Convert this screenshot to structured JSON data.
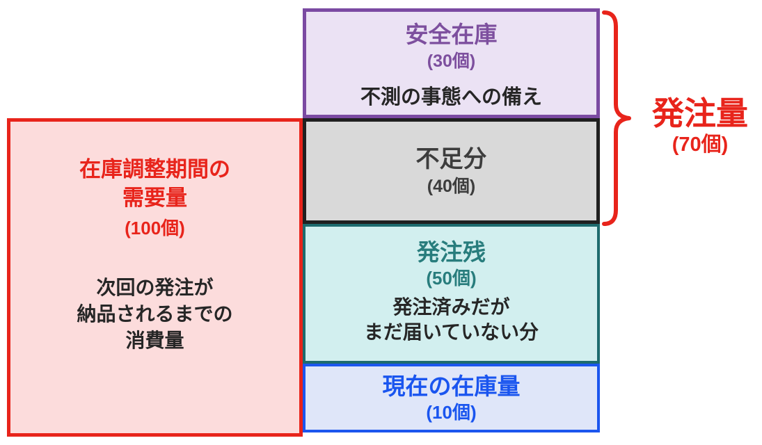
{
  "diagram_title": "inventory-order-quantity-diagram",
  "boxes": {
    "demand": {
      "title": "在庫調整期間の\n需要量",
      "quantity": "(100個)",
      "description": "次回の発注が\n納品されるまでの\n消費量"
    },
    "safety_stock": {
      "title": "安全在庫",
      "quantity": "(30個)",
      "description": "不測の事態への備え"
    },
    "shortage": {
      "title": "不足分",
      "quantity": "(40個)"
    },
    "backorder": {
      "title": "発注残",
      "quantity": "(50個)",
      "description": "発注済みだが\nまだ届いていない分"
    },
    "current_stock": {
      "title": "現在の在庫量",
      "quantity": "(10個)"
    }
  },
  "order_label": {
    "title": "発注量",
    "quantity": "(70個)"
  },
  "values": {
    "demand": 100,
    "safety_stock": 30,
    "shortage": 40,
    "backorder": 50,
    "current_stock": 10,
    "order_quantity": 70
  },
  "colors": {
    "red": "#e8241b",
    "pink_bg": "#fcdcdc",
    "purple_border": "#7b4aa2",
    "purple_text": "#7d4f9e",
    "purple_bg": "#ebe2f4",
    "gray_border": "#202020",
    "gray_bg": "#d9d9d9",
    "gray_text": "#3d3d3d",
    "teal_border": "#1e6b6e",
    "teal_text": "#287d7d",
    "teal_bg": "#d2efef",
    "blue_border": "#1c56ee",
    "blue_text": "#1a55ef",
    "blue_bg": "#dfe6f9",
    "black_text": "#262626"
  }
}
